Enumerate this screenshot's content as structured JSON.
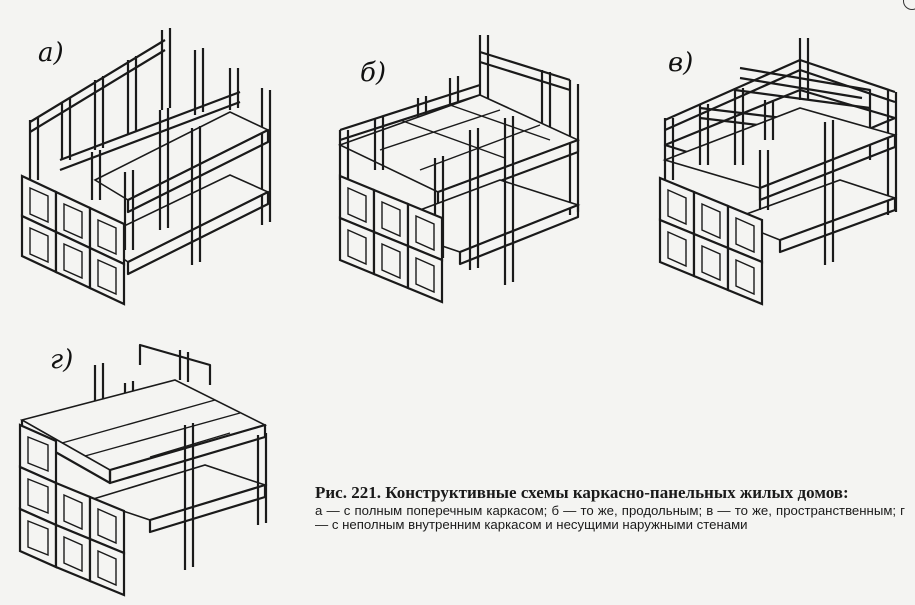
{
  "figures": [
    {
      "id": "a",
      "label": "а)"
    },
    {
      "id": "b",
      "label": "б)"
    },
    {
      "id": "v",
      "label": "в)"
    },
    {
      "id": "g",
      "label": "г)"
    }
  ],
  "caption": {
    "title": "Рис. 221. Конструктивные схемы каркасно-панельных жилых домов:",
    "text": "а — с полным поперечным каркасом; б — то же, продольным; в — то же, пространственным; г — с неполным внутренним каркасом и несущими наружными стенами"
  }
}
